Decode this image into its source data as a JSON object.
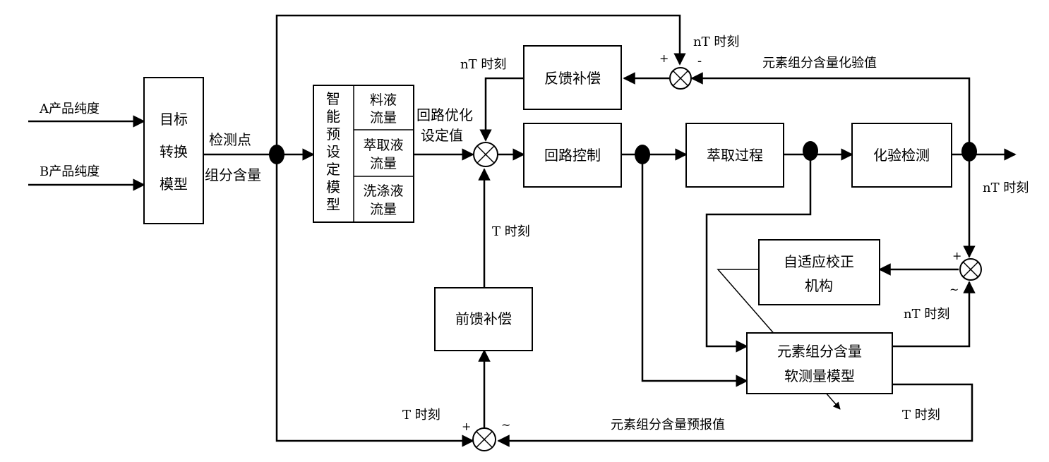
{
  "inputs": {
    "a_purity": "A产品纯度",
    "b_purity": "B产品纯度"
  },
  "blocks": {
    "target_model": [
      "目标",
      "转换",
      "模型"
    ],
    "preset_model": [
      "智",
      "能",
      "预",
      "设",
      "定",
      "模",
      "型"
    ],
    "feed_flow": [
      "料液",
      "流量"
    ],
    "extract_flow": [
      "萃取液",
      "流量"
    ],
    "wash_flow": [
      "洗涤液",
      "流量"
    ],
    "feedback": "反馈补偿",
    "loop_control": "回路控制",
    "extraction_process": "萃取过程",
    "lab_test": "化验检测",
    "adaptive": [
      "自适应校正",
      "机构"
    ],
    "soft_sensor": [
      "元素组分含量",
      "软测量模型"
    ],
    "feedforward": "前馈补偿"
  },
  "labels": {
    "detect_point": "检测点",
    "component_content": "组分含量",
    "loop_setpoint": [
      "回路优化",
      "设定值"
    ],
    "lab_value": "元素组分含量化验值",
    "forecast_value": "元素组分含量预报值",
    "nT_top": "nT 时刻",
    "nT_left": "nT 时刻",
    "nT_right": "nT 时刻",
    "nT_lower": "nT 时刻",
    "T_mid": "T 时刻",
    "T_bottom_left": "T 时刻",
    "T_bottom_right": "T 时刻"
  },
  "signs": {
    "plus": "+",
    "minus": "-",
    "tilde": "~"
  }
}
